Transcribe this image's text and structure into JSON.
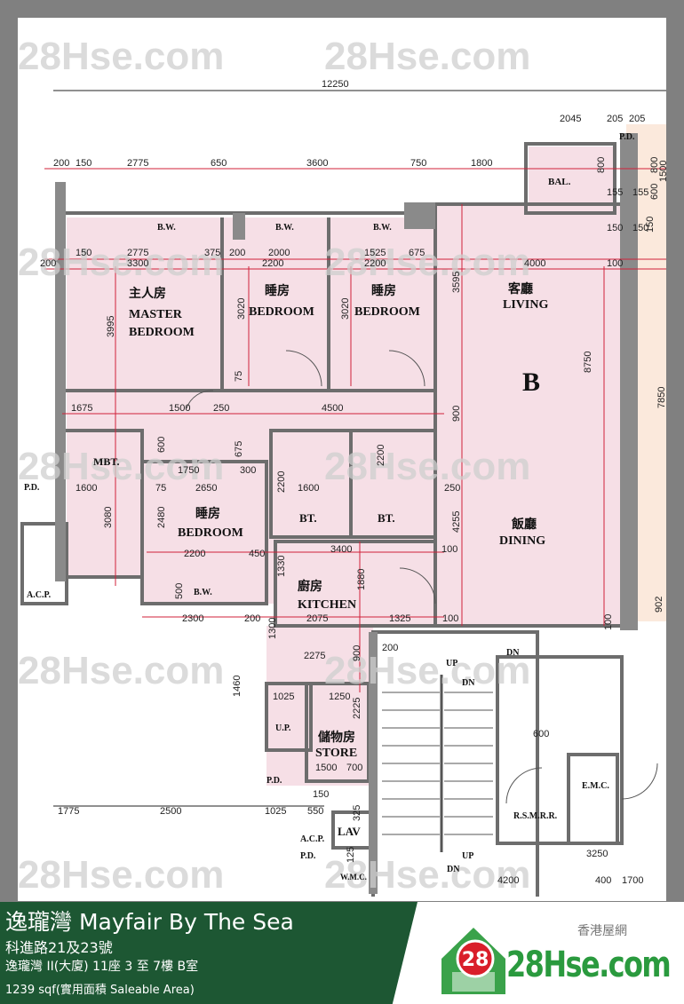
{
  "watermark": {
    "text": "28Hse.com",
    "badge": "28"
  },
  "plan": {
    "unit_letter": "B",
    "overall_width": "12250",
    "rooms": {
      "master_cn": "主人房",
      "master_en1": "MASTER",
      "master_en2": "BEDROOM",
      "bed2_cn": "睡房",
      "bed2_en": "BEDROOM",
      "bed3_cn": "睡房",
      "bed3_en": "BEDROOM",
      "bed4_cn": "睡房",
      "bed4_en": "BEDROOM",
      "living_cn": "客廳",
      "living_en": "LIVING",
      "dining_cn": "飯廳",
      "dining_en": "DINING",
      "kitchen_cn": "廚房",
      "kitchen_en": "KITCHEN",
      "store_cn": "儲物房",
      "store_en": "STORE",
      "bal": "BAL.",
      "mbt": "MBT.",
      "bt1": "BT.",
      "bt2": "BT.",
      "bw1": "B.W.",
      "bw2": "B.W.",
      "bw3": "B.W.",
      "bw4": "B.W.",
      "pd1": "P.D.",
      "pd2": "P.D.",
      "pd3": "P.D.",
      "pd4": "P.D.",
      "acp1": "A.C.P.",
      "acp2": "A.C.P.",
      "up_room": "U.P.",
      "lav": "LAV",
      "wmc": "W.M.C.",
      "emc": "E.M.C.",
      "rsmrr": "R.S.M.R.R.",
      "up1": "UP",
      "dn1": "DN",
      "dn2": "DN",
      "up2": "UP",
      "dn3": "DN"
    },
    "dimensions": [
      "200",
      "150",
      "2775",
      "650",
      "3600",
      "750",
      "1800",
      "2045",
      "205",
      "205",
      "800",
      "800",
      "1500",
      "155",
      "155",
      "600",
      "150",
      "150",
      "150",
      "150",
      "2775",
      "375",
      "200",
      "2000",
      "1525",
      "675",
      "200",
      "3300",
      "2200",
      "2200",
      "4000",
      "100",
      "3995",
      "3020",
      "3020",
      "3595",
      "75",
      "1675",
      "1500",
      "250",
      "4500",
      "900",
      "8750",
      "7850",
      "600",
      "675",
      "2200",
      "1750",
      "300",
      "1600",
      "1600",
      "250",
      "2650",
      "75",
      "2200",
      "2480",
      "3080",
      "4255",
      "2200",
      "450",
      "3400",
      "100",
      "1330",
      "1880",
      "500",
      "2300",
      "200",
      "2075",
      "1325",
      "100",
      "1300",
      "2275",
      "900",
      "200",
      "1025",
      "1250",
      "1460",
      "2225",
      "1500",
      "700",
      "1775",
      "2500",
      "1025",
      "550",
      "150",
      "125",
      "325",
      "400",
      "100",
      "902",
      "600",
      "1700",
      "3250",
      "4200"
    ]
  },
  "footer": {
    "title": "逸瓏灣 Mayfair By The Sea",
    "road": "科進路21及23號",
    "unit": "逸瓏灣 II(大廈) 11座 3 至 7樓 B室",
    "area": "1239 sqf(實用面積 Saleable Area)",
    "logo_cn": "香港屋網",
    "logo_text": "28Hse.com",
    "logo_badge": "28"
  },
  "colors": {
    "frame": "#808080",
    "room_fill": "#f6dfe6",
    "wall": "#7a7a7a",
    "dimension": "#d0213a",
    "footer_green": "#1d5733",
    "logo_green": "#2a9a3e",
    "logo_red": "#d91e2a"
  }
}
